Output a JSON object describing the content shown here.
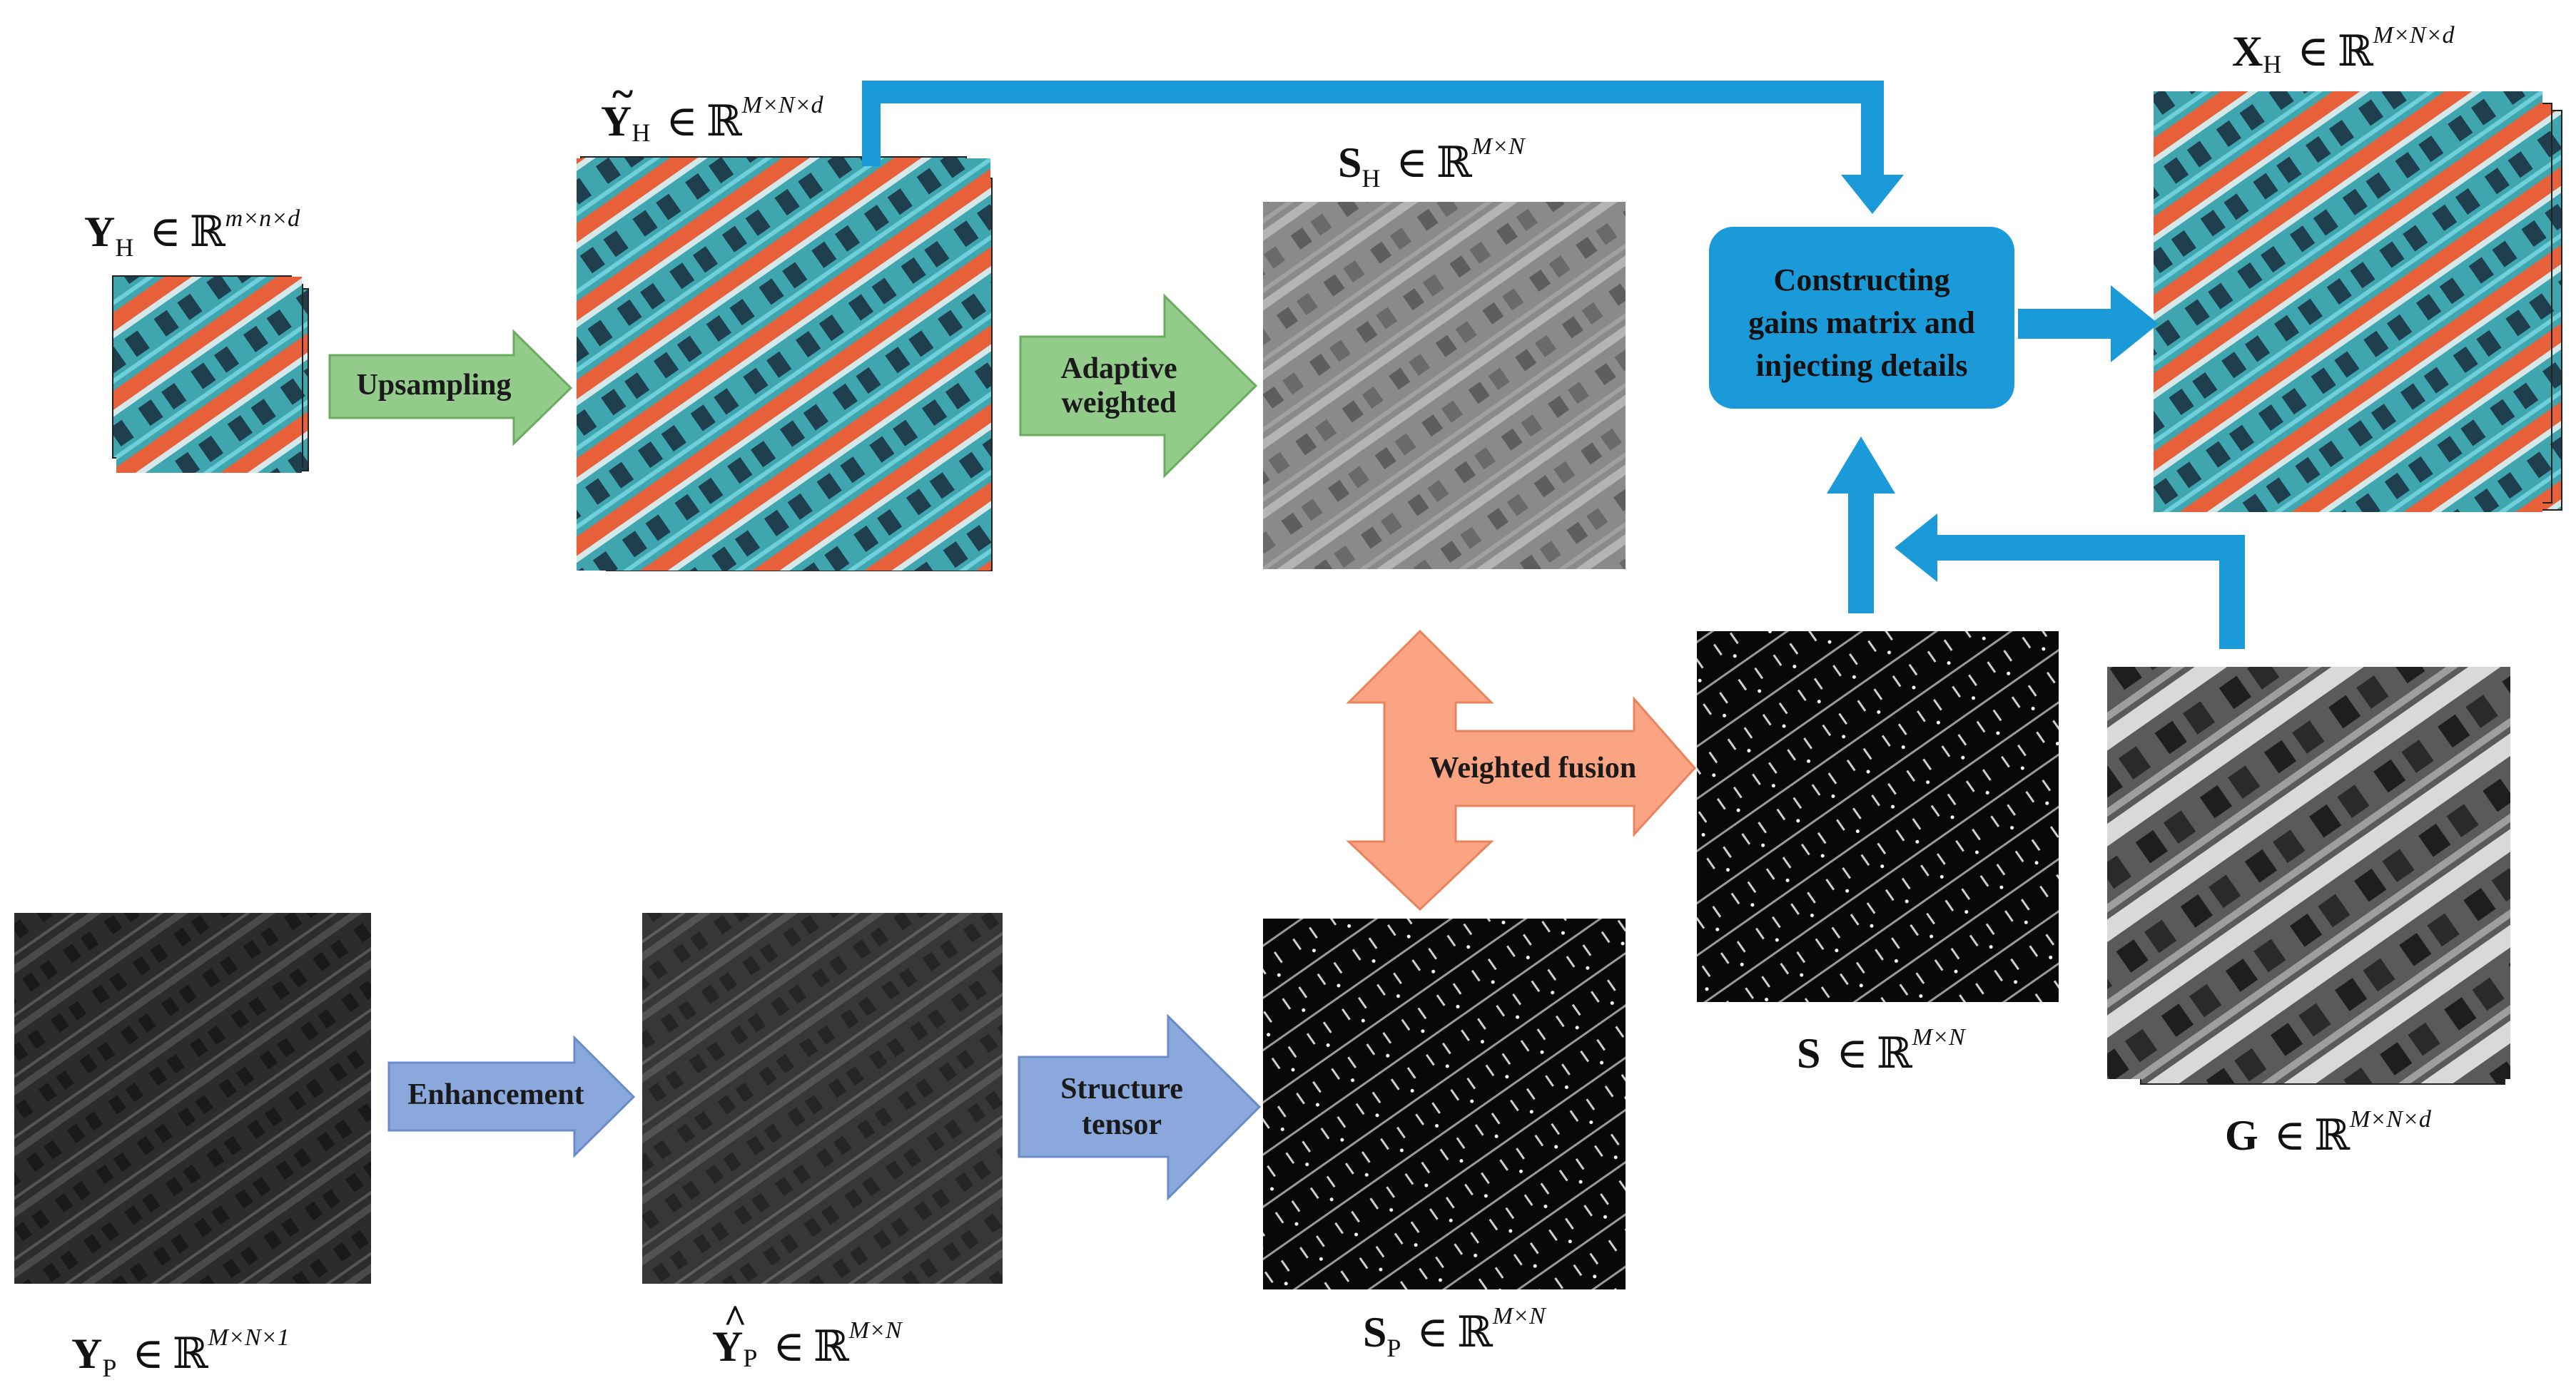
{
  "colors": {
    "blue_flow": "#1b9ad9",
    "green_arrow": "#93cc8a",
    "green_border": "#6aab5f",
    "blue_arrow": "#8aa8dc",
    "blue_border": "#6a8bc9",
    "orange_arrow": "#fba483",
    "orange_border": "#e8845c",
    "node_fill": "#1b9ad9"
  },
  "node": {
    "line1": "Constructing",
    "line2": "gains matrix  and",
    "line3": "injecting details"
  },
  "arrows": {
    "upsampling": "Upsampling",
    "adaptive_1": "Adaptive",
    "adaptive_2": "weighted",
    "enhancement": "Enhancement",
    "structure_1": "Structure",
    "structure_2": "tensor",
    "weighted_fusion": "Weighted fusion"
  },
  "labels": {
    "YH": {
      "sym": "Y",
      "sub": "H",
      "set": "ℝ",
      "dims": "m×n×d"
    },
    "YHt": {
      "sym": "Y",
      "accent": "~",
      "sub": "H",
      "set": "ℝ",
      "dims": "M×N×d"
    },
    "SH": {
      "sym": "S",
      "sub": "H",
      "set": "ℝ",
      "dims": "M×N"
    },
    "XH": {
      "sym": "X",
      "sub": "H",
      "set": "ℝ",
      "dims": "M×N×d"
    },
    "S": {
      "sym": "S",
      "set": "ℝ",
      "dims": "M×N"
    },
    "G": {
      "sym": "G",
      "set": "ℝ",
      "dims": "M×N×d"
    },
    "YP": {
      "sym": "Y",
      "sub": "P",
      "set": "ℝ",
      "dims": "M×N×1"
    },
    "YPh": {
      "sym": "Y",
      "accent": "^",
      "sub": "P",
      "set": "ℝ",
      "dims": "M×N"
    },
    "SP": {
      "sym": "S",
      "sub": "P",
      "set": "ℝ",
      "dims": "M×N"
    },
    "elem": "∈"
  }
}
